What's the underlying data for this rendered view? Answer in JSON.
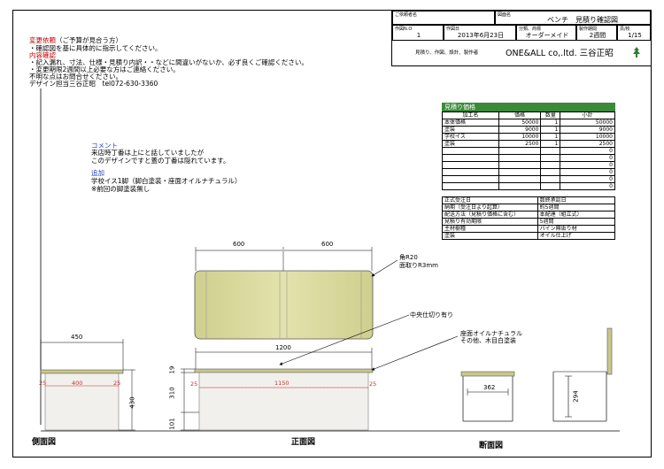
{
  "title_block": {
    "client_label": "ご依頼者名",
    "drawing_name_label": "図面名",
    "drawing_name": "ベンチ　見積り確認図",
    "drawing_no_label": "作図N.O",
    "drawing_no": "1",
    "drawn_date_label": "作図日",
    "drawn_date": "2013年6月23日",
    "category_label": "分類、商標",
    "category": "オーダーメイド",
    "lead_time_label": "製作期間",
    "lead_time": "2週間",
    "page_label": "頁/枚",
    "page": "1/15",
    "maker_label": "見積り、作図、設計、製作者",
    "maker": "ONE&ALL co,.ltd. 三谷正昭"
  },
  "notes": {
    "change_heading": "変更依頼",
    "change_heading_suffix": "（ご予算が見合う方）",
    "change_line1": "・確認図を基に具体的に指示してください。",
    "confirm_heading": "内容確認",
    "confirm_line1": "・記入漏れ、寸法、仕様・見積り内訳・・などに間違いがないか、必ず良くご確認ください。",
    "confirm_line2": "・変更期限2週間以上必要な方はご連絡ください。",
    "confirm_line3": "不明な点はお問合せください。",
    "designer_line": "デザイン担当三谷正昭　tel072-630-3360"
  },
  "comment": {
    "heading": "コメント",
    "line1": "来店時丁番は上にと話していましたが",
    "line2": "このデザインですと蓋の丁番は隠れています。",
    "addition_heading": "追加",
    "addition_line1": "学校イス1脚（脚白塗装・座面オイルナチュラル）",
    "addition_line2": "※前回の脚塗装無し"
  },
  "estimate": {
    "title": "見積り価格",
    "headers": [
      "加工名",
      "価格",
      "数量",
      "小計"
    ],
    "rows": [
      [
        "本体価格",
        "50000",
        "1",
        "50000"
      ],
      [
        "塗装",
        "9000",
        "1",
        "9000"
      ],
      [
        "学校イス",
        "10000",
        "1",
        "10000"
      ],
      [
        "塗装",
        "2500",
        "1",
        "2500"
      ],
      [
        "",
        "",
        "",
        "0"
      ],
      [
        "",
        "",
        "",
        "0"
      ],
      [
        "",
        "",
        "",
        "0"
      ],
      [
        "",
        "",
        "",
        "0"
      ],
      [
        "",
        "",
        "",
        "0"
      ],
      [
        "",
        "",
        "",
        "0"
      ]
    ],
    "conditions": [
      [
        "正式受注日",
        "数終承認日"
      ],
      [
        "納期（受注日より起算）",
        "約5週間"
      ],
      [
        "配送方法（見積り価格に含む）",
        "本配達（組立式）"
      ],
      [
        "見積り有効期限",
        "5週間"
      ],
      [
        "主材樹種",
        "パイン無垢り材"
      ],
      [
        "塗装",
        "オイル仕上げ"
      ]
    ]
  },
  "drawing": {
    "top_dim_left": "600",
    "top_dim_right": "600",
    "corner_note1": "角R20",
    "corner_note2": "面取りR3mm",
    "center_note": "中央仕切り有り",
    "finish_note1": "座面オイルナチュラル",
    "finish_note2": "その他、木目白塗装",
    "front_width": "1200",
    "front_inner": "1150",
    "front_left_inset": "25",
    "front_right_inset": "25",
    "front_h1": "19",
    "front_h2": "310",
    "front_h3": "101",
    "side_width": "450",
    "side_inner": "400",
    "side_left_inset": "25",
    "side_right_inset": "25",
    "side_height": "430",
    "section_width": "362",
    "section_height": "294",
    "side_label": "側面図",
    "front_label": "正面図",
    "section_label": "断面図"
  },
  "colors": {
    "wood_top": "#d9d8a0",
    "body_fill": "#f2f0ec",
    "accent_red": "#c00000",
    "accent_blue": "#1f3fbf",
    "table_header_green": "#3a8a3a"
  }
}
